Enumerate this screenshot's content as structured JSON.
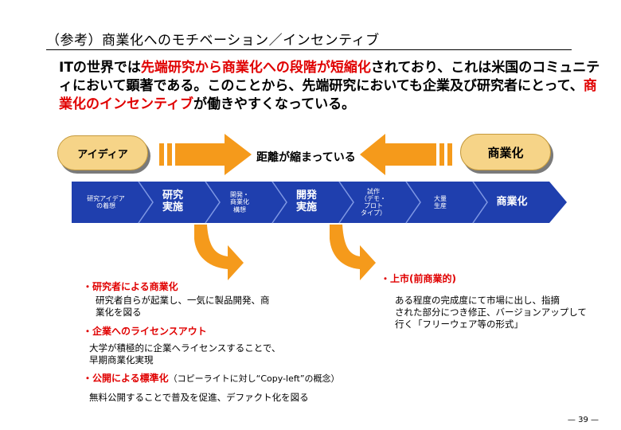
{
  "title": "（参考）商業化へのモチベーション／インセンティブ",
  "lead": {
    "p1": "ITの世界では",
    "p2": "先端研究から商業化への段階が短縮化",
    "p3": "されており、これは米国のコミュニティにおいて顕著である。このことから、先端研究においても企業及び研究者にとって、",
    "p4": "商業化のインセンティブ",
    "p5": "が働きやすくなっている。"
  },
  "diagram": {
    "idea_label": "アイディア",
    "commercial_label": "商業化",
    "distance_label": "距離が縮まっている",
    "stages": [
      {
        "text": "研究アイデア\nの着想",
        "size": "small"
      },
      {
        "text": "研究\n実施",
        "size": "big"
      },
      {
        "text": "開発・\n商業化\n構想",
        "size": "small"
      },
      {
        "text": "開発\n実施",
        "size": "big"
      },
      {
        "text": "試作\n（デモ・\nプロト\nタイプ）",
        "size": "small"
      },
      {
        "text": "大量\n生産",
        "size": "small"
      },
      {
        "text": "商業化",
        "size": "big"
      }
    ],
    "colors": {
      "band": "#1f3fae",
      "arrow": "#f59a1b",
      "oval": "#f6d488",
      "highlight": "#e00000"
    }
  },
  "left_bullets": [
    {
      "head": "・研究者による商業化",
      "body": "研究者自らが起業し、一気に製品開発、商\n業化を図る"
    },
    {
      "head": "・企業へのライセンスアウト",
      "body": "大学が積極的に企業へライセンスすることで、\n早期商業化実現"
    },
    {
      "head_red": "・公開による標準化",
      "head_black": "（コピーライトに対し“Copy-left”の概念）",
      "body": "無料公開することで普及を促進、デファクト化を図る"
    }
  ],
  "right_bullet": {
    "head": "・上市(前商業的)",
    "body": "ある程度の完成度にて市場に出し、指摘\nされた部分につき修正、バージョンアップして\n行く「フリーウェア等の形式」"
  },
  "page_number": "— 39 —"
}
